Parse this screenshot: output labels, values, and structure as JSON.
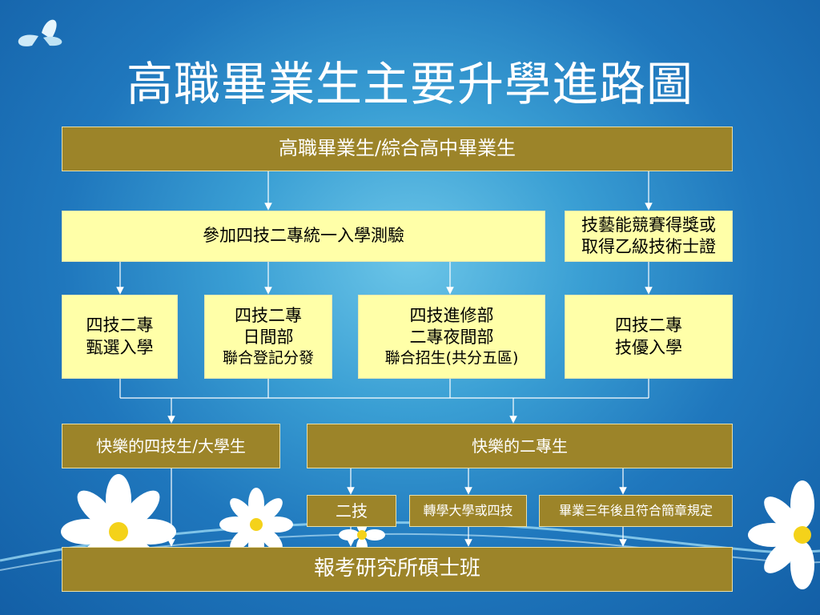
{
  "title": "高職畢業生主要升學進路圖",
  "colors": {
    "gold": "#9c8429",
    "cream": "#ffffa8",
    "bg": "#1f77bd"
  },
  "nodes": {
    "top": "高職畢業生/綜合高中畢業生",
    "exam": "參加四技二專統一入學測驗",
    "skills_award": [
      "技藝能競賽得獎或",
      "取得乙級技術士證"
    ],
    "selection": [
      "四技二專",
      "甄選入學"
    ],
    "day_division": [
      "四技二專",
      "日間部",
      "聯合登記分發"
    ],
    "extension": [
      "四技進修部",
      "二專夜間部",
      "聯合招生(共分五區)"
    ],
    "talent_admission": [
      "四技二專",
      "技優入學"
    ],
    "happy_four_year": "快樂的四技生/大學生",
    "happy_two_year": "快樂的二專生",
    "two_tech": "二技",
    "transfer": "轉學大學或四技",
    "after_three_years": "畢業三年後且符合簡章規定",
    "grad_school": "報考研究所碩士班"
  },
  "icons": [
    "butterfly-icon",
    "daisy-flower-icon"
  ]
}
